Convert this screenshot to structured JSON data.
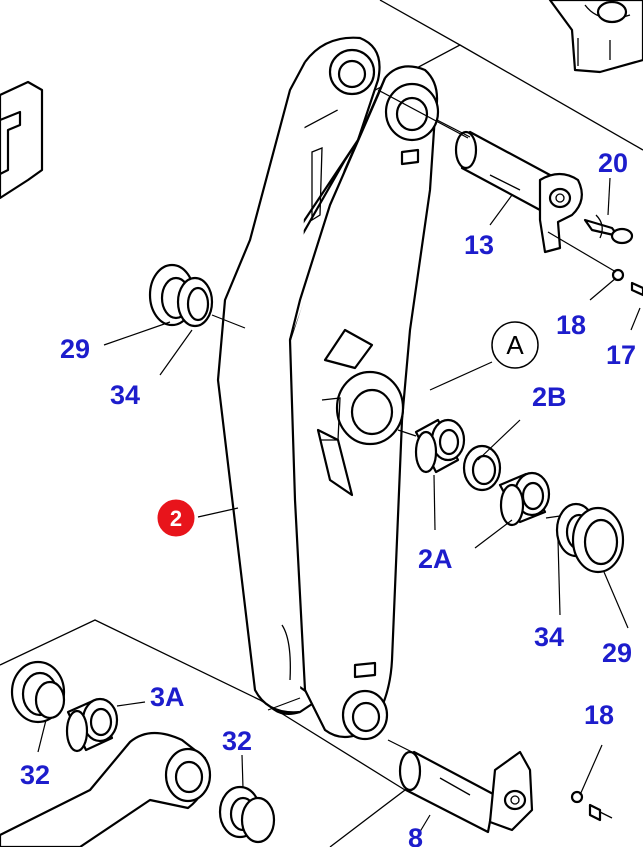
{
  "colors": {
    "callout_text": "#1d1dcc",
    "highlight_badge": "#e8141b",
    "line_art": "#000000",
    "background": "#ffffff"
  },
  "callouts": {
    "c20": "20",
    "c13": "13",
    "c18_top": "18",
    "c17": "17",
    "c29_left": "29",
    "c34_left": "34",
    "c_a": "A",
    "c2b": "2B",
    "c2": "2",
    "c2a": "2A",
    "c34_right": "34",
    "c29_right": "29",
    "c3a": "3A",
    "c32_left": "32",
    "c32_mid": "32",
    "c18_bottom": "18",
    "c8": "8"
  }
}
